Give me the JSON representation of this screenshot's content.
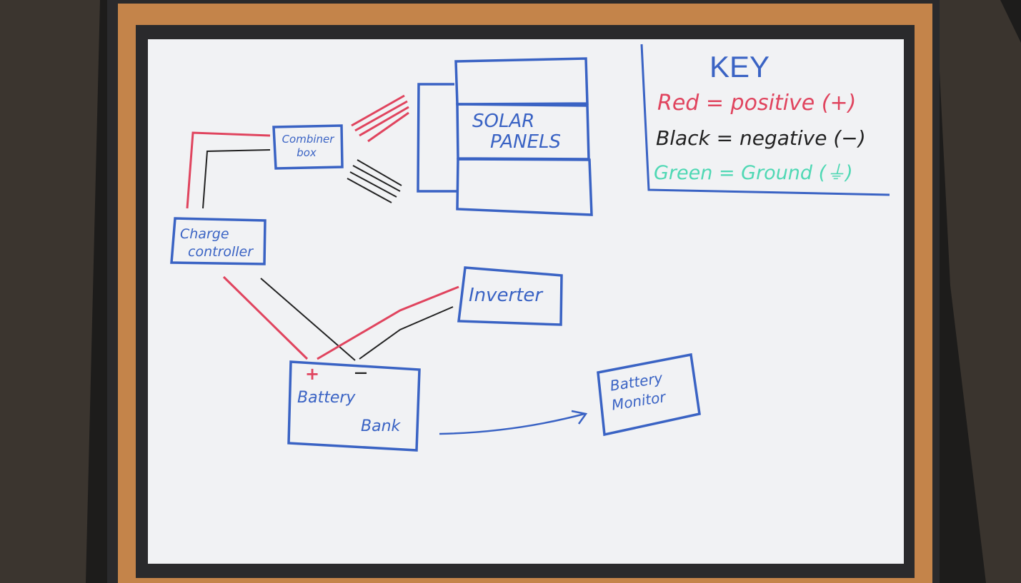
{
  "colors": {
    "marker_blue": "#3a63c4",
    "marker_red": "#e0445e",
    "marker_black": "#222222",
    "marker_green": "#4fd8b4",
    "board_white": "#f1f2f4",
    "cork": "#c4844a",
    "frame": "#2a2a2c"
  },
  "components": {
    "combiner_box": {
      "line1": "Combiner",
      "line2": "box"
    },
    "solar_panels": {
      "line1": "SOLAR",
      "line2": "PANELS"
    },
    "charge_controller": {
      "line1": "Charge",
      "line2": "controller"
    },
    "inverter": {
      "label": "Inverter"
    },
    "battery_bank": {
      "line1": "Battery",
      "line2": "Bank",
      "positive": "+",
      "negative": "—"
    },
    "battery_monitor": {
      "line1": "Battery",
      "line2": "Monitor"
    }
  },
  "key": {
    "title": "KEY",
    "red": "Red = positive (+)",
    "black": "Black = negative (−)",
    "green": "Green = Ground (⏚)"
  }
}
